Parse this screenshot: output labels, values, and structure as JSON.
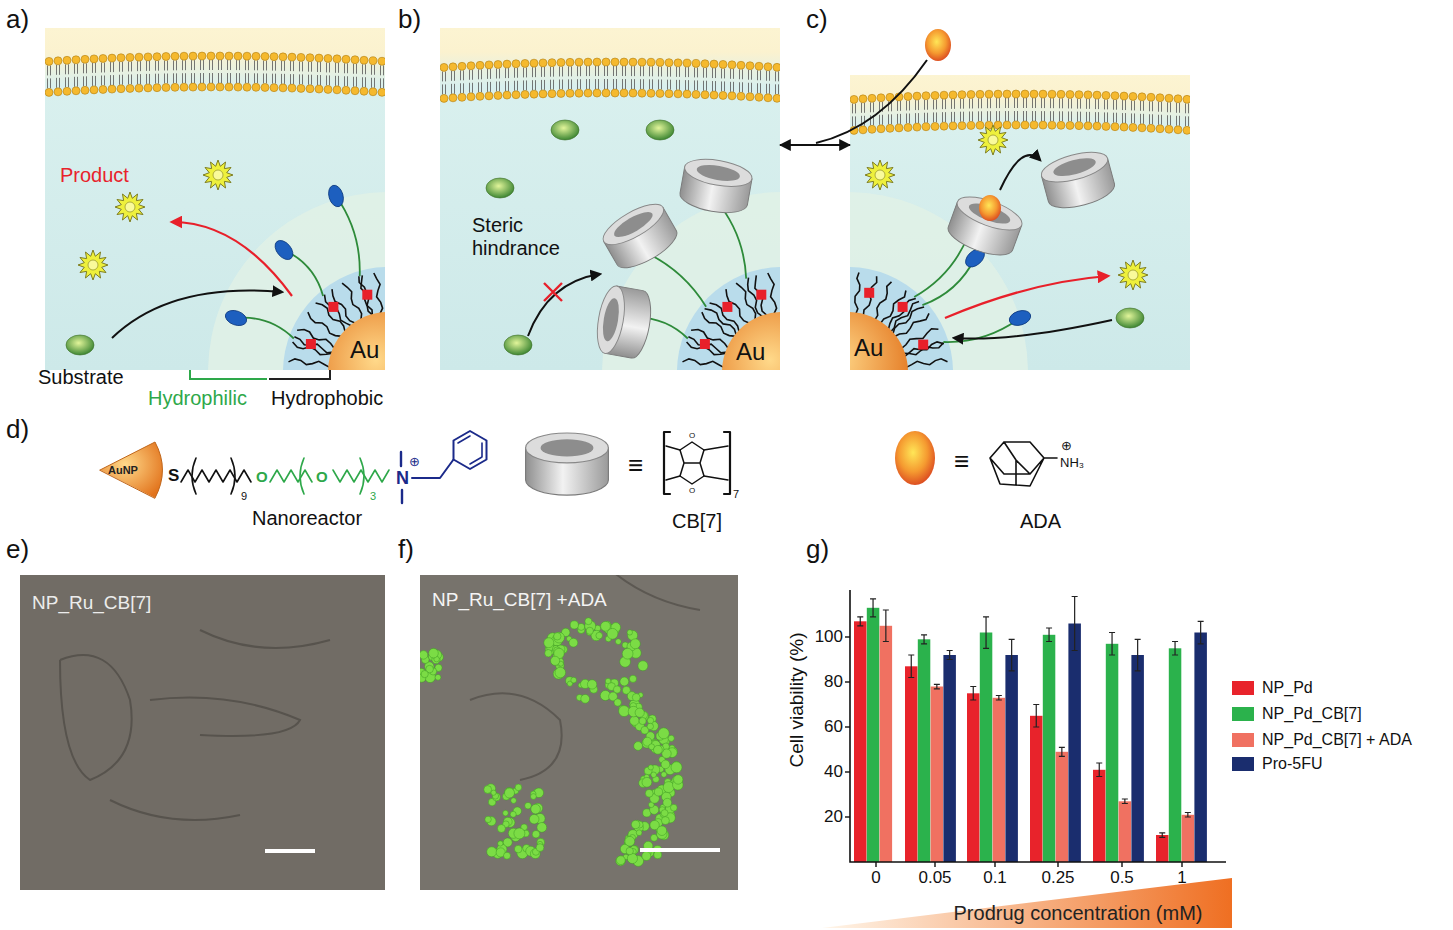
{
  "diagram": {
    "nodes": [
      {
        "text": [
          "a)",
          "Product",
          "Au"
        ]
      },
      {
        "text": [
          "b)",
          "Steric hindrance",
          "Au"
        ]
      },
      {
        "text": [
          "c)",
          "Au"
        ]
      },
      {
        "text": [
          "e)",
          "NP_Ru_CB[7]"
        ]
      },
      {
        "text": [
          "f)",
          "NP_Ru_CB[7] +ADA"
        ]
      }
    ],
    "edges": [
      {
        "from": 1,
        "to": 2,
        "arrow": "both"
      }
    ],
    "labels": [
      "Substrate",
      "Hydrophilic",
      "Hydrophobic",
      "d)",
      "AuNP",
      "S",
      "9",
      "O",
      "O",
      "3",
      "N",
      "⊕",
      "Nanoreactor",
      "≡",
      "O",
      "O",
      "7",
      "CB[7]",
      "≡",
      "⊕",
      "NH₃",
      "ADA",
      "g)",
      "Cell viability (%)",
      "100",
      "80",
      "60",
      "40",
      "20",
      "0",
      "0.05",
      "0.1",
      "0.25",
      "0.5",
      "1",
      "Prodrug concentration (mM)"
    ],
    "legend": [
      {
        "text": "NP_Pd",
        "color": "#e8232b"
      },
      {
        "text": "NP_Pd_CB[7]",
        "color": "#2bb24c"
      },
      {
        "text": "NP_Pd_CB[7] + ADA",
        "color": "#f07161"
      },
      {
        "text": "Pro-5FU",
        "color": "#1a2d6e"
      }
    ]
  }
}
